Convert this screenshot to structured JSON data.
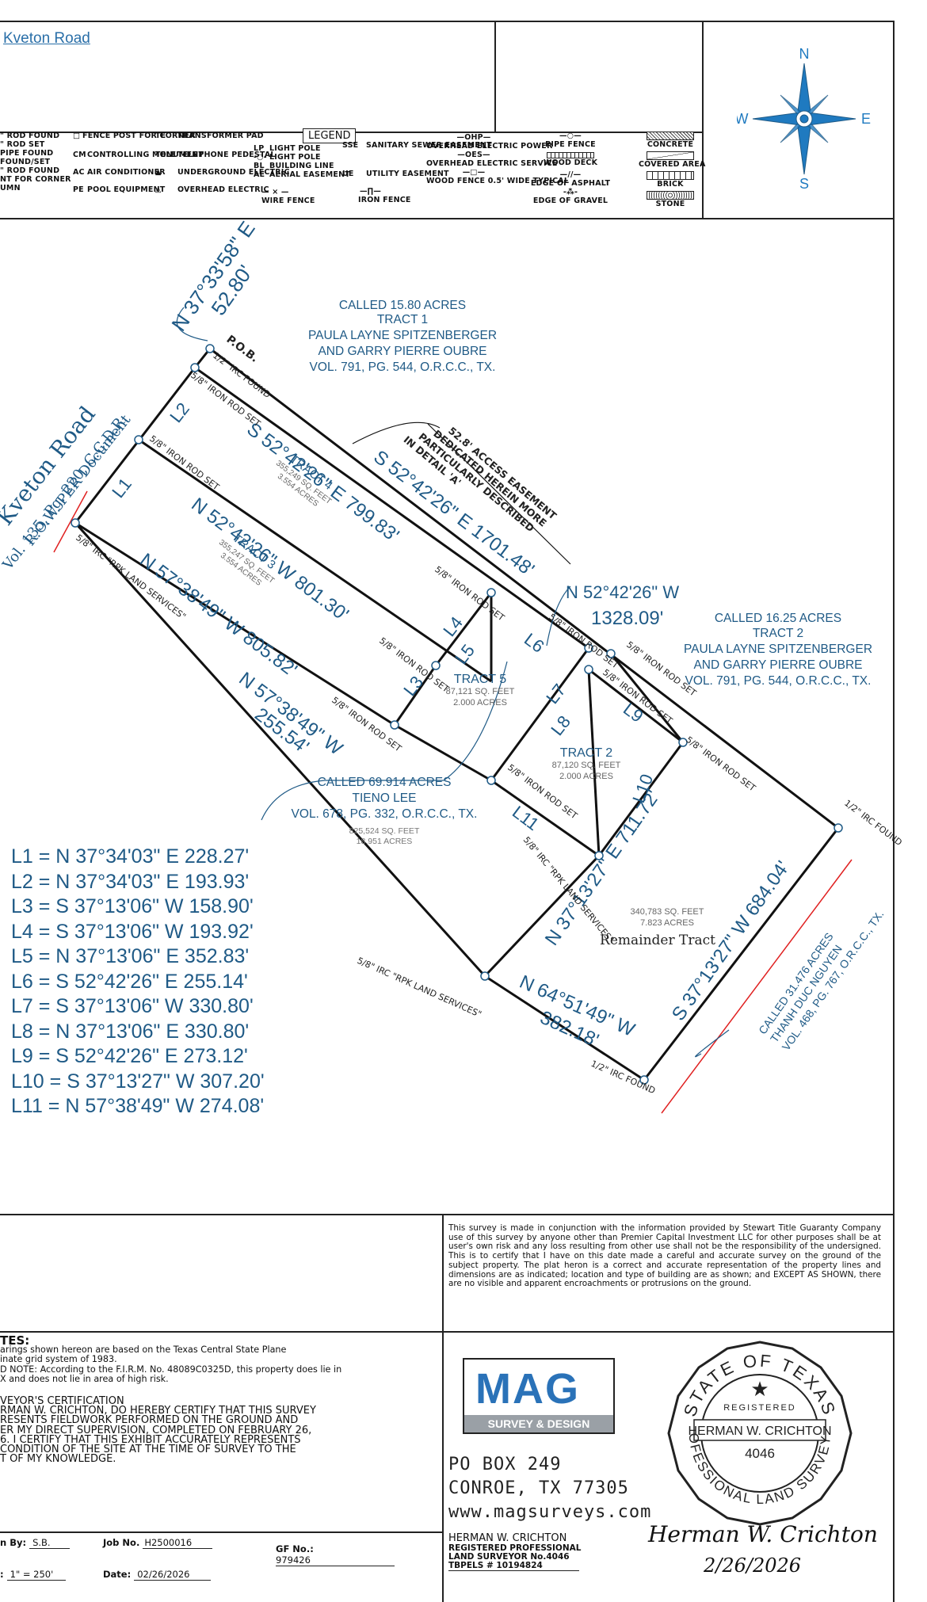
{
  "header": {
    "project_link": "Kveton Road"
  },
  "compass": {
    "n": "N",
    "e": "E",
    "s": "S",
    "w": "W"
  },
  "legend": {
    "title": "LEGEND",
    "col1": [
      "\" ROD FOUND",
      "\" ROD SET",
      "PIPE FOUND",
      "FOUND/SET",
      "\" ROD FOUND",
      "NT FOR CORNER",
      "UMN"
    ],
    "col2": [
      "FENCE POST FOR CORNER",
      "CONTROLLING MONUMENT",
      "AIR CONDITIONER",
      "POOL EQUIPMENT"
    ],
    "col2_abbr": [
      "",
      "CM",
      "AC",
      "PE"
    ],
    "col3_abbr": [
      "TE",
      "TELE",
      "",
      ""
    ],
    "col3": [
      "TRANSFORMER PAD",
      "TELEPHONE PEDESTAL",
      "UNDERGROUND ELECTRIC",
      "OVERHEAD ELECTRIC"
    ],
    "col4_abbr": [
      "LP",
      "",
      "BL",
      "AE"
    ],
    "col4": [
      "LIGHT POLE",
      "LIGHT POLE",
      "BUILDING LINE",
      "AERIAL EASEMENT",
      "WIRE FENCE"
    ],
    "col5_abbr": [
      "SSE",
      "UE"
    ],
    "col5": [
      "SANITARY SEWER EASEMENT",
      "UTILITY EASEMENT",
      "IRON FENCE"
    ],
    "col6": [
      "—OHP—",
      "OVERHEAD ELECTRIC POWER",
      "—OES—",
      "OVERHEAD ELECTRIC SERVICE",
      "WOOD FENCE 0.5' WIDE TYPICAL"
    ],
    "col7": [
      "PIPE FENCE",
      "WOOD DECK",
      "EDGE OF ASPHALT",
      "EDGE OF GRAVEL"
    ],
    "col8": [
      "CONCRETE",
      "COVERED AREA",
      "BRICK",
      "STONE"
    ]
  },
  "plat": {
    "road_label": "Kveton Road",
    "road_row": "R.O.W. PER Document",
    "road_vol": "Vol. 135, Pg. 220, C.C.D.R.",
    "pob": "P.O.B.",
    "pob_irc": "1/2\" IRC FOUND",
    "north_call": "N 37°33'58\" E",
    "north_dist": "52.80'",
    "tract1": [
      "CALLED 15.80 ACRES",
      "TRACT 1",
      "PAULA LAYNE SPITZENBERGER",
      "AND GARRY PIERRE OUBRE",
      "VOL. 791, PG. 544, O.R.C.C., TX."
    ],
    "tract2_called": [
      "CALLED 16.25 ACRES",
      "TRACT 2",
      "PAULA LAYNE SPITZENBERGER",
      "AND GARRY PIERRE OUBRE",
      "VOL. 791, PG. 544, O.R.C.C., TX."
    ],
    "easement": [
      "52.8' ACCESS EASEMENT",
      "DEDICATED HEREIN MORE",
      "PARTICULARLY DESCRIBED",
      "IN DETAIL 'A'"
    ],
    "tract4": [
      "TRACT 4",
      "355,249 SQ. FEET",
      "3.554 ACRES"
    ],
    "tract3": [
      "TRACT 3",
      "355,247 SQ. FEET",
      "3.554 ACRES"
    ],
    "tract5": [
      "TRACT 5",
      "87,121 SQ. FEET",
      "2.000 ACRES"
    ],
    "tract2": [
      "TRACT 2",
      "87,120 SQ. FEET",
      "2.000 ACRES"
    ],
    "remainder": [
      "340,783 SQ. FEET",
      "7.823 ACRES",
      "Remainder Tract"
    ],
    "tieno": [
      "CALLED 69.914 ACRES",
      "TIENO LEE",
      "VOL. 678, PG. 332, O.R.C.C., TX.",
      "825,524 SQ. FEET",
      "18.951 ACRES"
    ],
    "thanh": [
      "CALLED 31.476 ACRES",
      "THANH DUC NGUYEN",
      "VOL. 468, PG. 767, O.R.C.C., TX."
    ],
    "calls": {
      "a": "S 52°42'26\" E 799.83'",
      "b": "S 52°42'26\" E 1701.48'",
      "c": "N 52°42'26\" W 801.30'",
      "d": "N 57°38'49\" W 805.82'",
      "e": "N 57°38'49\" W",
      "e2": "255.54'",
      "f": "N 52°42'26\" W",
      "f2": "1328.09'",
      "g": "N 37°13'27\" E 711.72'",
      "h": "S 37°13'27\" W 684.04'",
      "i": "N 64°51'49\" W",
      "i2": "382.18'"
    },
    "line_tags": [
      "L1",
      "L2",
      "L3",
      "L4",
      "L5",
      "L6",
      "L7",
      "L8",
      "L9",
      "L10",
      "L11"
    ],
    "rod_set": "5/8\" IRON ROD SET",
    "irc_rpk": "5/8\" IRC \"RPK LAND SERVICES\"",
    "irc_found": "1/2\" IRC FOUND"
  },
  "line_table": [
    "L1 = N 37°34'03\" E 228.27'",
    "L2 = N 37°34'03\" E 193.93'",
    "L3 = S 37°13'06\" W 158.90'",
    "L4 = S 37°13'06\" W 193.92'",
    "L5 = N 37°13'06\" E 352.83'",
    "L6 = S 52°42'26\" E 255.14'",
    "L7 = S 37°13'06\" W 330.80'",
    "L8 = N 37°13'06\" E 330.80'",
    "L9 = S 52°42'26\" E 273.12'",
    "L10 = S 37°13'27\" W 307.20'",
    "L11 = N 57°38'49\" W 274.08'"
  ],
  "certification_text": "This survey is made in conjunction with the information provided by Stewart Title Guaranty Company use of this survey by anyone other than Premier Capital Investment LLC for other purposes shall be at user's own risk and any loss resulting from other use shall not be the responsibility of the undersigned. This is to certify that I have on this date made a careful and accurate survey on the ground of the subject property. The plat heron is a correct and accurate representation of the property lines and dimensions are as indicated; location and type of building are as shown; and EXCEPT AS SHOWN, there are no visible and apparent encroachments or protrusions on the ground.",
  "notes": {
    "heading": "TES:",
    "lines": [
      "arings shown hereon are based on the Texas Central State Plane",
      "inate grid system of 1983.",
      "D NOTE: According to the F.I.R.M. No. 48089C0325D, this property does lie in",
      " X and does not lie in area of high risk.",
      "",
      "VEYOR'S CERTIFICATION",
      "RMAN W. CRICHTON, DO HEREBY CERTIFY THAT THIS SURVEY",
      "RESENTS FIELDWORK PERFORMED ON THE GROUND AND",
      "ER MY DIRECT SUPERVISION, COMPLETED ON FEBRUARY 26,",
      "6.  I CERTIFY THAT THIS EXHIBIT ACCURATELY REPRESENTS",
      "CONDITION OF THE SITE AT THE TIME OF SURVEY TO THE",
      "T OF MY KNOWLEDGE."
    ]
  },
  "footer": {
    "drawn_label": "n By:",
    "drawn_value": "S.B.",
    "job_label": "Job No.",
    "job_value": "H2500016",
    "gf_label": "GF No.:",
    "gf_value": "979426",
    "scale_label": ":",
    "scale_value": "1\" = 250'",
    "date_label": "Date:",
    "date_value": "02/26/2026"
  },
  "company": {
    "logo_big": "MAG",
    "logo_sub": "SURVEY & DESIGN",
    "address1": "PO BOX 249",
    "address2": "CONROE, TX 77305",
    "web": "www.magsurveys.com",
    "surveyor": "HERMAN W. CRICHTON",
    "reg1": "REGISTERED PROFESSIONAL",
    "reg2": "LAND SURVEYOR No.4046",
    "tbpels": "TBPELS # 10194824"
  },
  "seal": {
    "top": "STATE OF TEXAS",
    "registered": "REGISTERED",
    "name": "HERMAN W. CRICHTON",
    "number": "4046",
    "bottom": "PROFESSIONAL LAND SURVEYOR"
  },
  "signature": {
    "name": "Herman W. Crichton",
    "date": "2/26/2026"
  }
}
